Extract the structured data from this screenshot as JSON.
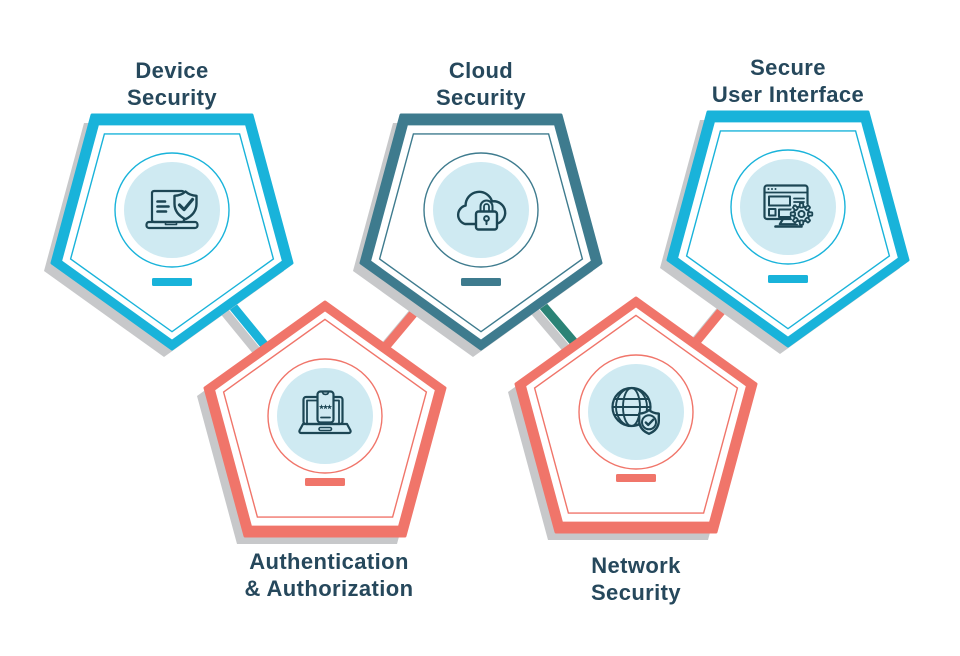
{
  "diagram": {
    "type": "pentagon-security-infographic",
    "background": "#ffffff"
  },
  "colors": {
    "background": "#ffffff",
    "cyan": "#19b3da",
    "dark_teal": "#3e7b8e",
    "coral": "#f0756a",
    "green": "#2b8376",
    "shadow": "#c7c8ca",
    "circle_fill": "#cfeaf2",
    "icon_stroke": "#1c4654",
    "label_text": "#26485c"
  },
  "nodes": [
    {
      "id": "device-security",
      "label_line1": "Device",
      "label_line2": "Security",
      "color_key": "cyan",
      "icon": "laptop-shield-icon",
      "orientation": "point-down",
      "label_position": "above"
    },
    {
      "id": "cloud-security",
      "label_line1": "Cloud",
      "label_line2": "Security",
      "color_key": "dark_teal",
      "icon": "cloud-lock-icon",
      "orientation": "point-down",
      "label_position": "above"
    },
    {
      "id": "secure-user-interface",
      "label_line1": "Secure",
      "label_line2": "User Interface",
      "color_key": "cyan",
      "icon": "browser-gear-icon",
      "orientation": "point-down",
      "label_position": "above"
    },
    {
      "id": "authentication-authorization",
      "label_line1": "Authentication",
      "label_line2": "& Authorization",
      "color_key": "coral",
      "icon": "laptop-password-icon",
      "orientation": "point-up",
      "label_position": "below"
    },
    {
      "id": "network-security",
      "label_line1": "Network",
      "label_line2": "Security",
      "color_key": "coral",
      "icon": "globe-shield-icon",
      "orientation": "point-up",
      "label_position": "below"
    }
  ],
  "connectors": [
    {
      "from": "device-security",
      "to": "authentication-authorization",
      "color_key": "cyan"
    },
    {
      "from": "authentication-authorization",
      "to": "cloud-security",
      "color_key": "coral"
    },
    {
      "from": "cloud-security",
      "to": "network-security",
      "color_key": "green"
    },
    {
      "from": "network-security",
      "to": "secure-user-interface",
      "color_key": "coral"
    }
  ]
}
